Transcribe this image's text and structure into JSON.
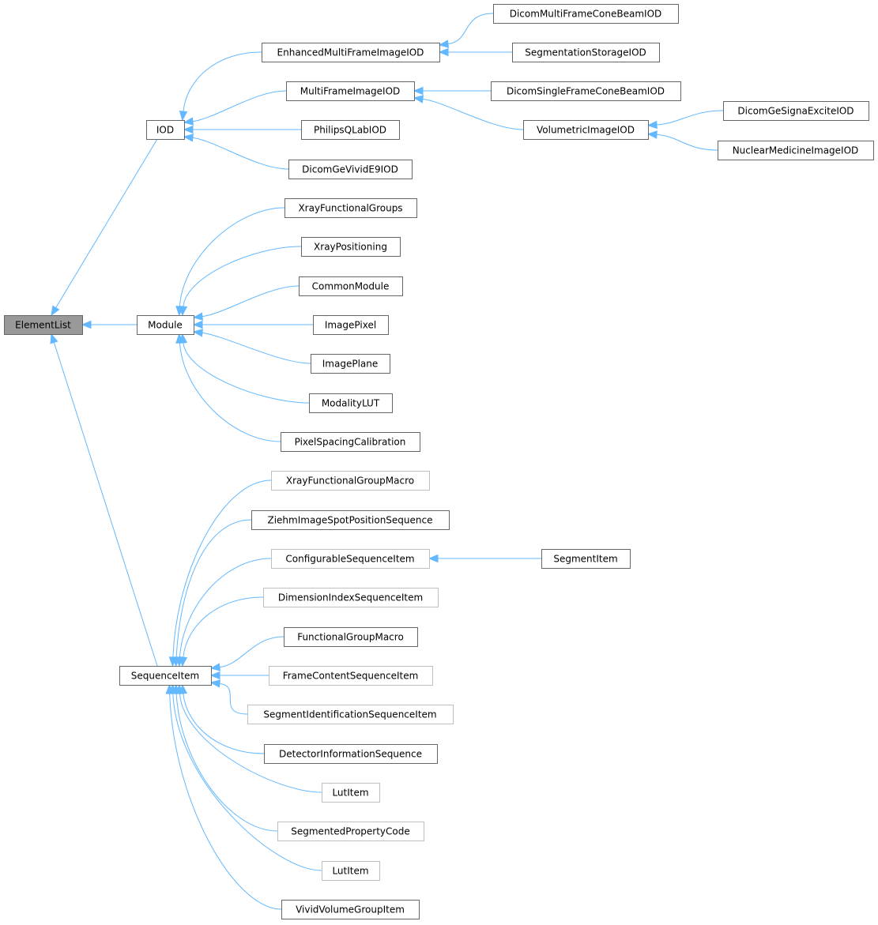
{
  "colors": {
    "edge": "#63b8ff",
    "border_dark": "#666666",
    "border_light": "#bfbfbf",
    "highlight_fill": "#999999"
  },
  "nodes": [
    {
      "id": "elementlist",
      "label": "ElementList",
      "style": "highlight"
    },
    {
      "id": "iod",
      "label": "IOD",
      "style": "normal"
    },
    {
      "id": "module",
      "label": "Module",
      "style": "normal"
    },
    {
      "id": "sequenceitem",
      "label": "SequenceItem",
      "style": "normal"
    },
    {
      "id": "enhanced",
      "label": "EnhancedMultiFrameImageIOD",
      "style": "normal"
    },
    {
      "id": "multiframe",
      "label": "MultiFrameImageIOD",
      "style": "normal"
    },
    {
      "id": "philips",
      "label": "PhilipsQLabIOD",
      "style": "normal"
    },
    {
      "id": "vivide9",
      "label": "DicomGeVividE9IOD",
      "style": "normal"
    },
    {
      "id": "mfconebeam",
      "label": "DicomMultiFrameConeBeamIOD",
      "style": "normal"
    },
    {
      "id": "segstorage",
      "label": "SegmentationStorageIOD",
      "style": "normal"
    },
    {
      "id": "sfconebeam",
      "label": "DicomSingleFrameConeBeamIOD",
      "style": "normal"
    },
    {
      "id": "volumetric",
      "label": "VolumetricImageIOD",
      "style": "normal"
    },
    {
      "id": "signaexcite",
      "label": "DicomGeSignaExciteIOD",
      "style": "normal"
    },
    {
      "id": "nuclear",
      "label": "NuclearMedicineImageIOD",
      "style": "normal"
    },
    {
      "id": "xfg",
      "label": "XrayFunctionalGroups",
      "style": "normal"
    },
    {
      "id": "xpos",
      "label": "XrayPositioning",
      "style": "normal"
    },
    {
      "id": "common",
      "label": "CommonModule",
      "style": "normal"
    },
    {
      "id": "pixel",
      "label": "ImagePixel",
      "style": "normal"
    },
    {
      "id": "plane",
      "label": "ImagePlane",
      "style": "normal"
    },
    {
      "id": "modlut",
      "label": "ModalityLUT",
      "style": "normal"
    },
    {
      "id": "pxcal",
      "label": "PixelSpacingCalibration",
      "style": "normal"
    },
    {
      "id": "xfgm",
      "label": "XrayFunctionalGroupMacro",
      "style": "light"
    },
    {
      "id": "ziehm",
      "label": "ZiehmImageSpotPositionSequence",
      "style": "normal"
    },
    {
      "id": "configurable",
      "label": "ConfigurableSequenceItem",
      "style": "light"
    },
    {
      "id": "dimindex",
      "label": "DimensionIndexSequenceItem",
      "style": "light"
    },
    {
      "id": "fgm",
      "label": "FunctionalGroupMacro",
      "style": "normal"
    },
    {
      "id": "framecontent",
      "label": "FrameContentSequenceItem",
      "style": "light"
    },
    {
      "id": "segident",
      "label": "SegmentIdentificationSequenceItem",
      "style": "light"
    },
    {
      "id": "detector",
      "label": "DetectorInformationSequence",
      "style": "normal"
    },
    {
      "id": "lutitem1",
      "label": "LutItem",
      "style": "light"
    },
    {
      "id": "segprop",
      "label": "SegmentedPropertyCode",
      "style": "light"
    },
    {
      "id": "lutitem2",
      "label": "LutItem",
      "style": "light"
    },
    {
      "id": "vivid",
      "label": "VividVolumeGroupItem",
      "style": "normal"
    },
    {
      "id": "segmentitem",
      "label": "SegmentItem",
      "style": "normal"
    }
  ],
  "edges": [
    [
      "iod",
      "elementlist"
    ],
    [
      "module",
      "elementlist"
    ],
    [
      "sequenceitem",
      "elementlist"
    ],
    [
      "enhanced",
      "iod"
    ],
    [
      "multiframe",
      "iod"
    ],
    [
      "philips",
      "iod"
    ],
    [
      "vivide9",
      "iod"
    ],
    [
      "mfconebeam",
      "enhanced"
    ],
    [
      "segstorage",
      "enhanced"
    ],
    [
      "sfconebeam",
      "multiframe"
    ],
    [
      "volumetric",
      "multiframe"
    ],
    [
      "signaexcite",
      "volumetric"
    ],
    [
      "nuclear",
      "volumetric"
    ],
    [
      "xfg",
      "module"
    ],
    [
      "xpos",
      "module"
    ],
    [
      "common",
      "module"
    ],
    [
      "pixel",
      "module"
    ],
    [
      "plane",
      "module"
    ],
    [
      "modlut",
      "module"
    ],
    [
      "pxcal",
      "module"
    ],
    [
      "xfgm",
      "sequenceitem"
    ],
    [
      "ziehm",
      "sequenceitem"
    ],
    [
      "configurable",
      "sequenceitem"
    ],
    [
      "dimindex",
      "sequenceitem"
    ],
    [
      "fgm",
      "sequenceitem"
    ],
    [
      "framecontent",
      "sequenceitem"
    ],
    [
      "segident",
      "sequenceitem"
    ],
    [
      "detector",
      "sequenceitem"
    ],
    [
      "lutitem1",
      "sequenceitem"
    ],
    [
      "segprop",
      "sequenceitem"
    ],
    [
      "lutitem2",
      "sequenceitem"
    ],
    [
      "vivid",
      "sequenceitem"
    ],
    [
      "segmentitem",
      "configurable"
    ]
  ]
}
